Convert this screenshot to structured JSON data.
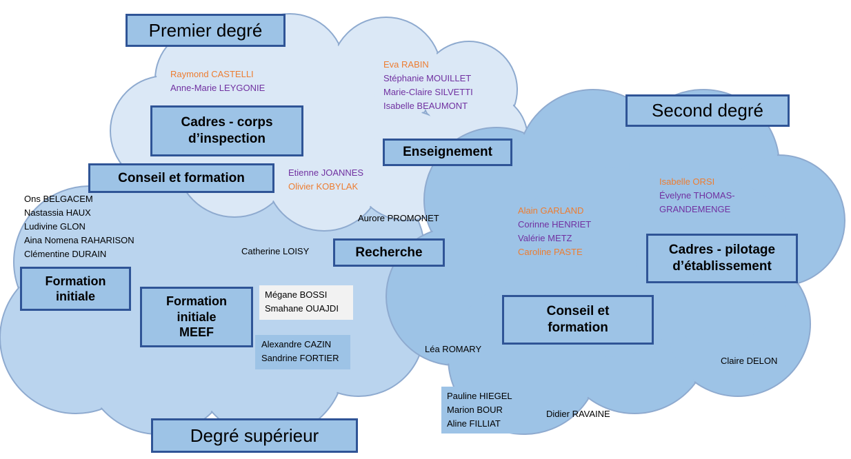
{
  "colors": {
    "cloud_premier": "#dbe8f6",
    "cloud_superieur": "#bad4ee",
    "cloud_second": "#9dc3e6",
    "cloud_stroke": "#8eaacf",
    "box_fill": "#9dc3e6",
    "box_border": "#2f5496",
    "name_orange": "#ed7d31",
    "name_purple": "#7030a0",
    "panel_light": "#f2f2f2",
    "panel_blue": "#9dc3e6"
  },
  "titles": {
    "premier": "Premier degré",
    "second": "Second degré",
    "superieur": "Degré supérieur"
  },
  "boxes": {
    "cadres_inspection": [
      "Cadres - corps",
      "d’inspection"
    ],
    "conseil_formation_top": "Conseil et formation",
    "enseignement": "Enseignement",
    "recherche": "Recherche",
    "formation_initiale": [
      "Formation",
      "initiale"
    ],
    "formation_meef": [
      "Formation",
      "initiale",
      "MEEF"
    ],
    "cadres_pilotage": [
      "Cadres - pilotage",
      "d’établissement"
    ],
    "conseil_formation_right": [
      "Conseil et",
      "formation"
    ]
  },
  "groups": {
    "castelli": [
      {
        "name": "Raymond CASTELLI",
        "color": "orange"
      },
      {
        "name": "Anne-Marie LEYGONIE",
        "color": "purple"
      }
    ],
    "rabin": [
      {
        "name": "Eva RABIN",
        "color": "orange"
      },
      {
        "name": "Stéphanie MOUILLET",
        "color": "purple"
      },
      {
        "name": "Marie-Claire SILVETTI",
        "color": "purple"
      },
      {
        "name": "Isabelle BEAUMONT",
        "color": "purple"
      }
    ],
    "joannes": [
      {
        "name": "Etienne JOANNES",
        "color": "purple"
      },
      {
        "name": "Olivier  KOBYLAK",
        "color": "orange"
      }
    ],
    "orsi": [
      {
        "name": "Isabelle ORSI",
        "color": "orange"
      },
      {
        "name": "Évelyne THOMAS-",
        "color": "purple"
      },
      {
        "name": "GRANDEMENGE",
        "color": "purple"
      }
    ],
    "garland": [
      {
        "name": "Alain GARLAND",
        "color": "orange"
      },
      {
        "name": "Corinne HENRIET",
        "color": "purple"
      },
      {
        "name": "Valérie METZ",
        "color": "purple"
      },
      {
        "name": "Caroline PASTE",
        "color": "orange"
      }
    ],
    "belgacem": [
      {
        "name": "Ons BELGACEM",
        "color": "black"
      },
      {
        "name": "Nastassia HAUX",
        "color": "black"
      },
      {
        "name": "Ludivine GLON",
        "color": "black"
      },
      {
        "name": "Aina Nomena RAHARISON",
        "color": "black"
      },
      {
        "name": "Clémentine DURAIN",
        "color": "black"
      }
    ]
  },
  "single_names": {
    "promonet": "Aurore PROMONET",
    "loisy": "Catherine LOISY",
    "romary": "Léa ROMARY",
    "delon": "Claire DELON",
    "ravaine": "Didier RAVAINE"
  },
  "panels": {
    "bossi": [
      "Mégane BOSSI",
      "Smahane OUAJDI"
    ],
    "cazin": [
      "Alexandre CAZIN",
      "Sandrine FORTIER"
    ],
    "hiegel": [
      "Pauline HIEGEL",
      "Marion BOUR",
      "Aline FILLIAT"
    ]
  }
}
